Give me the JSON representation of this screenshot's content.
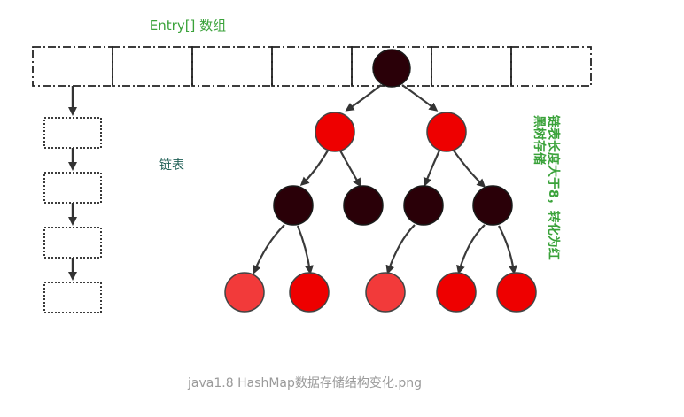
{
  "labels": {
    "array_title": "Entry[] 数组",
    "linked_list": "链表",
    "rotated_note_line1": "链表长度大于8，转化为红",
    "rotated_note_line2": "黑树存储",
    "caption": "java1.8 HashMap数据存储结构变化.png"
  },
  "array": {
    "cell_count": 7,
    "root_tree_cell_index": 4
  },
  "linked_list_nodes": 4,
  "tree": {
    "levels": [
      [
        "black"
      ],
      [
        "red",
        "red"
      ],
      [
        "black",
        "black",
        "black",
        "black"
      ],
      [
        "red",
        "red",
        "red",
        "red",
        "red"
      ]
    ]
  },
  "colors": {
    "green_label": "#3aa23a",
    "teal_label": "#1f5f55",
    "caption": "#9a9a9a",
    "black_node": "#2a0008",
    "red_node": "#ee0000"
  }
}
